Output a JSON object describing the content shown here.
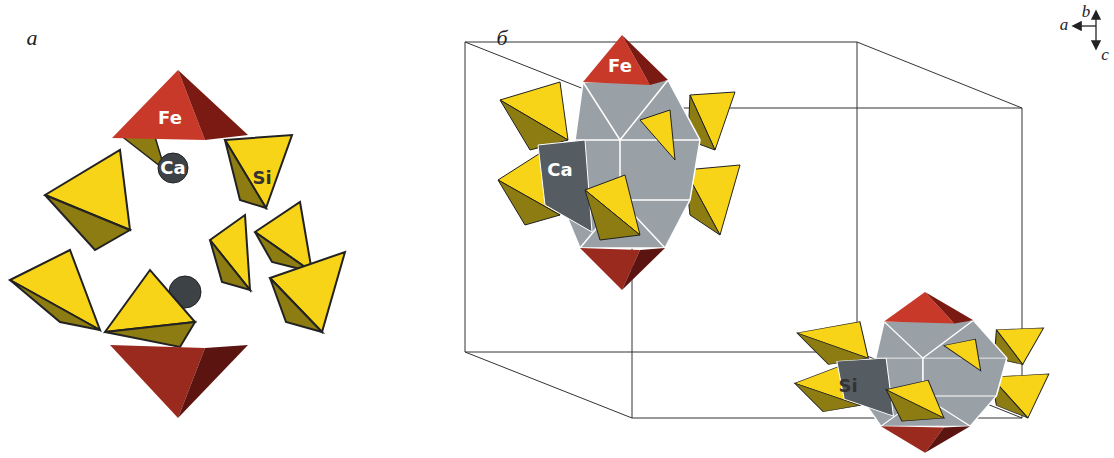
{
  "diagram": {
    "labels": [
      "а",
      "Fe",
      "Ca",
      "Si",
      "б",
      "Fe",
      "Ca",
      "Si",
      "b",
      "a",
      "c"
    ]
  }
}
